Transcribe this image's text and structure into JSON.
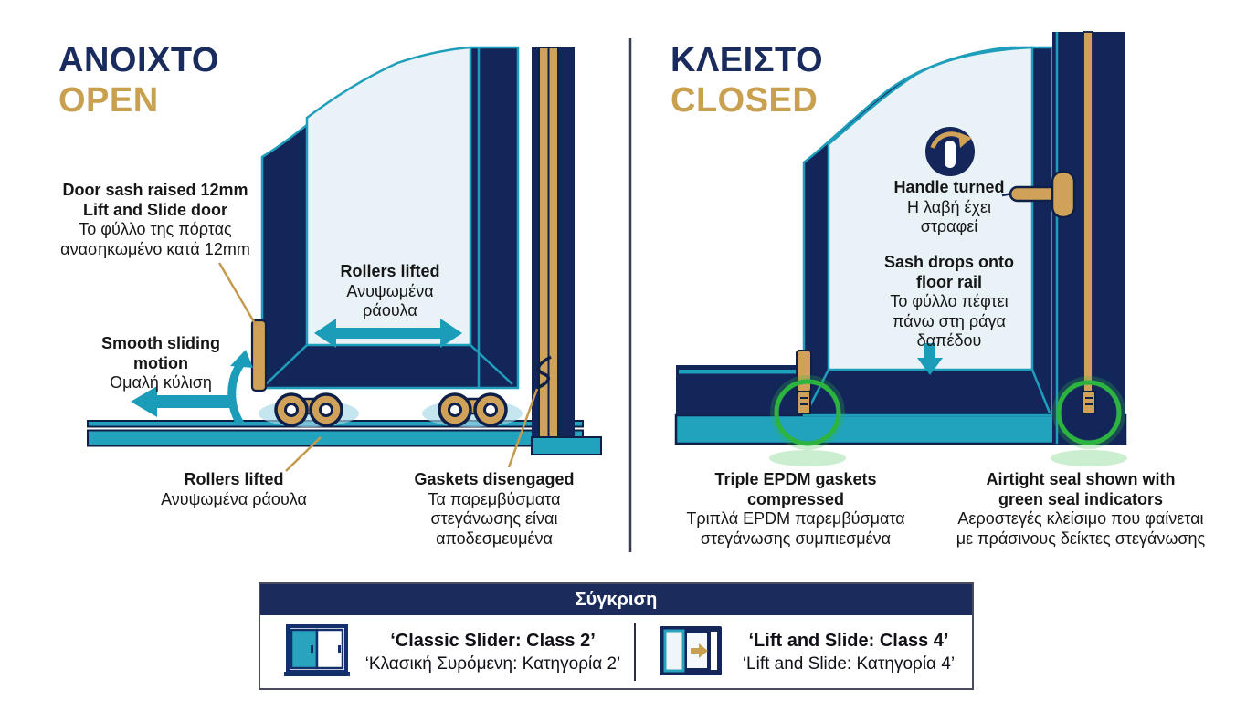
{
  "left_panel": {
    "title": {
      "greek": "ΑΝΟΙΧΤΟ",
      "english": "OPEN"
    },
    "labels": {
      "door_sash": {
        "b1": "Door sash raised 12mm",
        "b2": "Lift and Slide door",
        "r1": "Το φύλλο της πόρτας",
        "r2": "ανασηκωμένο κατά 12mm"
      },
      "smooth": {
        "b1": "Smooth sliding",
        "b2": "motion",
        "r1": "Ομαλή κύλιση"
      },
      "rollers_glass": {
        "b1": "Rollers lifted",
        "r1": "Ανυψωμένα",
        "r2": "ράουλα"
      },
      "rollers_floor": {
        "b1": "Rollers lifted",
        "r1": "Ανυψωμένα ράουλα"
      },
      "gaskets": {
        "b1": "Gaskets disengaged",
        "r1": "Τα παρεμβύσματα",
        "r2": "στεγάνωσης είναι",
        "r3": "αποδεσμευμένα"
      }
    }
  },
  "right_panel": {
    "title": {
      "greek": "ΚΛΕΙΣΤΟ",
      "english": "CLOSED"
    },
    "labels": {
      "handle": {
        "b1": "Handle turned",
        "r1": "Η λαβή έχει",
        "r2": "στραφεί"
      },
      "sash_drops": {
        "b1": "Sash drops onto",
        "b2": "floor rail",
        "r1": "Το φύλλο πέφτει",
        "r2": "πάνω στη ράγα",
        "r3": "δαπέδου"
      },
      "epdm": {
        "b1": "Triple EPDM gaskets",
        "b2": "compressed",
        "r1": "Τριπλά EPDM παρεμβύσματα",
        "r2": "στεγάνωσης συμπιεσμένα"
      },
      "airtight": {
        "b1": "Airtight seal shown with",
        "b2": "green seal indicators",
        "r1": "Αεροστεγές κλείσιμο που φαίνεται",
        "r2": "με πράσινους δείκτες στεγάνωσης"
      }
    }
  },
  "comparison": {
    "header": "Σύγκριση",
    "classic": {
      "en": "‘Classic Slider: Class 2’",
      "gr": "‘Κλασική Συρόμενη: Κατηγορία 2’"
    },
    "lift": {
      "en": "‘Lift and Slide: Class 4’",
      "gr": "‘Lift and Slide: Κατηγορία 4’"
    }
  },
  "icons": {
    "rotate_handle": "circular-rotation-arrow-over-handle",
    "classic_slider": "two-panel-sliding-door",
    "lift_slide": "lift-and-slide-door-with-arrow"
  },
  "colors": {
    "navy": "#13265A",
    "navy_dark": "#0E1F48",
    "title_navy": "#1A2B5E",
    "gold": "#D0A259",
    "title_gold": "#C9A050",
    "teal": "#1E9EBB",
    "glass": "#E8F2F7",
    "green_indicator": "#2FB845",
    "divider": "#3A3D52",
    "table_header": "#1B2B5C"
  }
}
